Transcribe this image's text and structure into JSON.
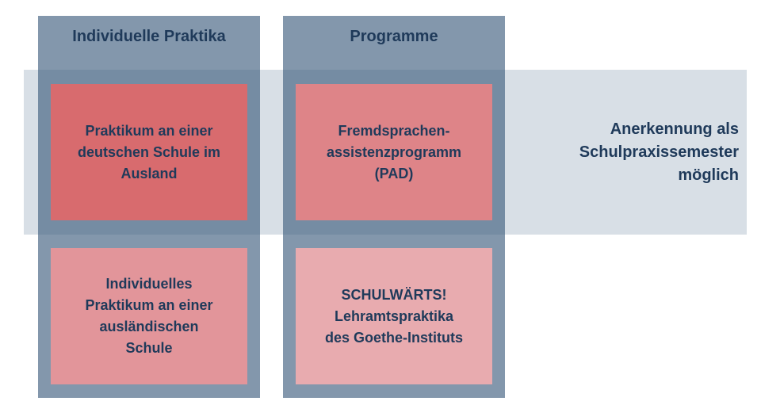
{
  "columns": [
    {
      "header": "Individuelle Praktika",
      "boxes": [
        {
          "label": "Praktikum an einer\ndeutschen Schule im\nAusland",
          "color": "#d86b6e"
        },
        {
          "label": "Individuelles\nPraktikum an einer\nausländischen\nSchule",
          "color": "#e2959a"
        }
      ]
    },
    {
      "header": "Programme",
      "boxes": [
        {
          "label": "Fremdsprachen-\nassistenzprogramm\n(PAD)",
          "color": "#de8488"
        },
        {
          "label": "SCHULWÄRTS!\nLehramtspraktika\ndes Goethe-Instituts",
          "color": "#e8abaf"
        }
      ]
    }
  ],
  "recognition_note": "Anerkennung als\nSchulpraxissemester\nmöglich",
  "colors": {
    "column_bg": "#5c7a97",
    "band_bg": "#d8dfe6",
    "text": "#1f3a5a"
  }
}
